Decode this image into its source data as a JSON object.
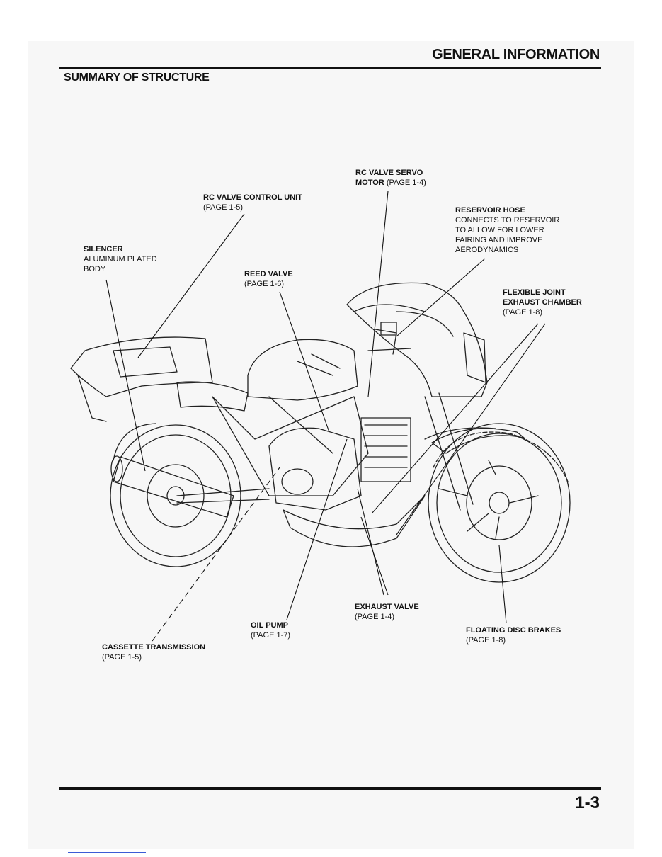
{
  "header": {
    "section": "GENERAL INFORMATION",
    "subtitle": "SUMMARY OF STRUCTURE"
  },
  "footer": {
    "page_number": "1-3"
  },
  "callouts": {
    "rc_servo": {
      "title1": "RC VALVE SERVO",
      "title2": "MOTOR",
      "page": "(PAGE 1-4)"
    },
    "rc_control": {
      "title": "RC VALVE CONTROL UNIT",
      "page": "(PAGE 1-5)"
    },
    "reservoir": {
      "title": "RESERVOIR HOSE",
      "lines": [
        "CONNECTS TO RESERVOIR",
        "TO ALLOW FOR LOWER",
        "FAIRING AND IMPROVE",
        "AERODYNAMICS"
      ]
    },
    "silencer": {
      "title": "SILENCER",
      "lines": [
        "ALUMINUM PLATED",
        "BODY"
      ]
    },
    "reed_valve": {
      "title": "REED VALVE",
      "page": "(PAGE 1-6)"
    },
    "flexible_joint": {
      "title1": "FLEXIBLE JOINT",
      "title2": "EXHAUST CHAMBER",
      "page": "(PAGE 1-8)"
    },
    "exhaust_valve": {
      "title": "EXHAUST VALVE",
      "page": "(PAGE 1-4)"
    },
    "oil_pump": {
      "title": "OIL PUMP",
      "page": "(PAGE 1-7)"
    },
    "floating_disc": {
      "title": "FLOATING DISC BRAKES",
      "page": "(PAGE 1-8)"
    },
    "cassette": {
      "title": "CASSETTE TRANSMISSION",
      "page": "(PAGE 1-5)"
    }
  },
  "illustration": {
    "subject": "motorcycle-line-drawing",
    "color": "#222222"
  },
  "colors": {
    "text": "#111111",
    "rule": "#111111",
    "link": "#3b5bd6"
  }
}
